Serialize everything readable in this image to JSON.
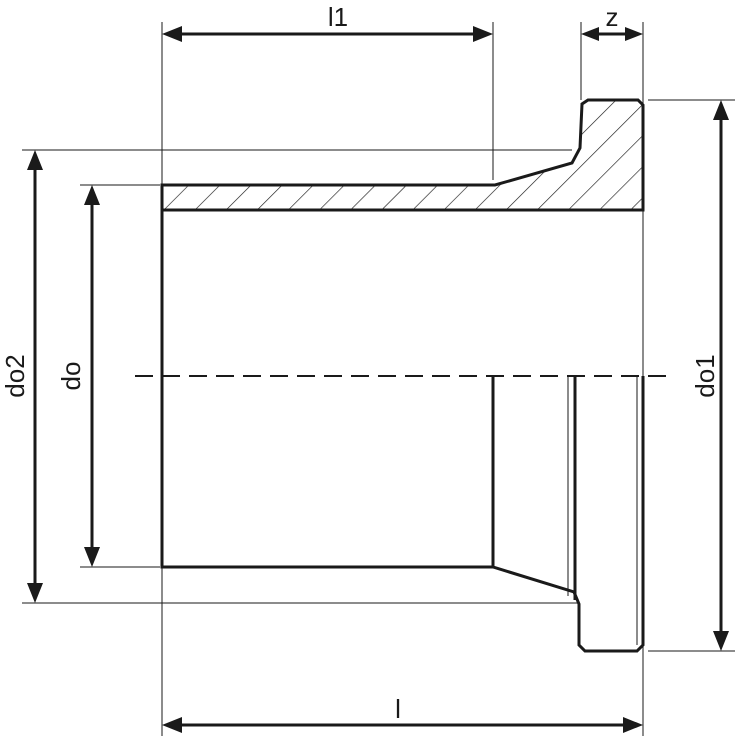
{
  "drawing": {
    "labels": {
      "l1": "l1",
      "z": "z",
      "do2": "do2",
      "do": "do",
      "do1": "do1",
      "l": "l"
    }
  }
}
